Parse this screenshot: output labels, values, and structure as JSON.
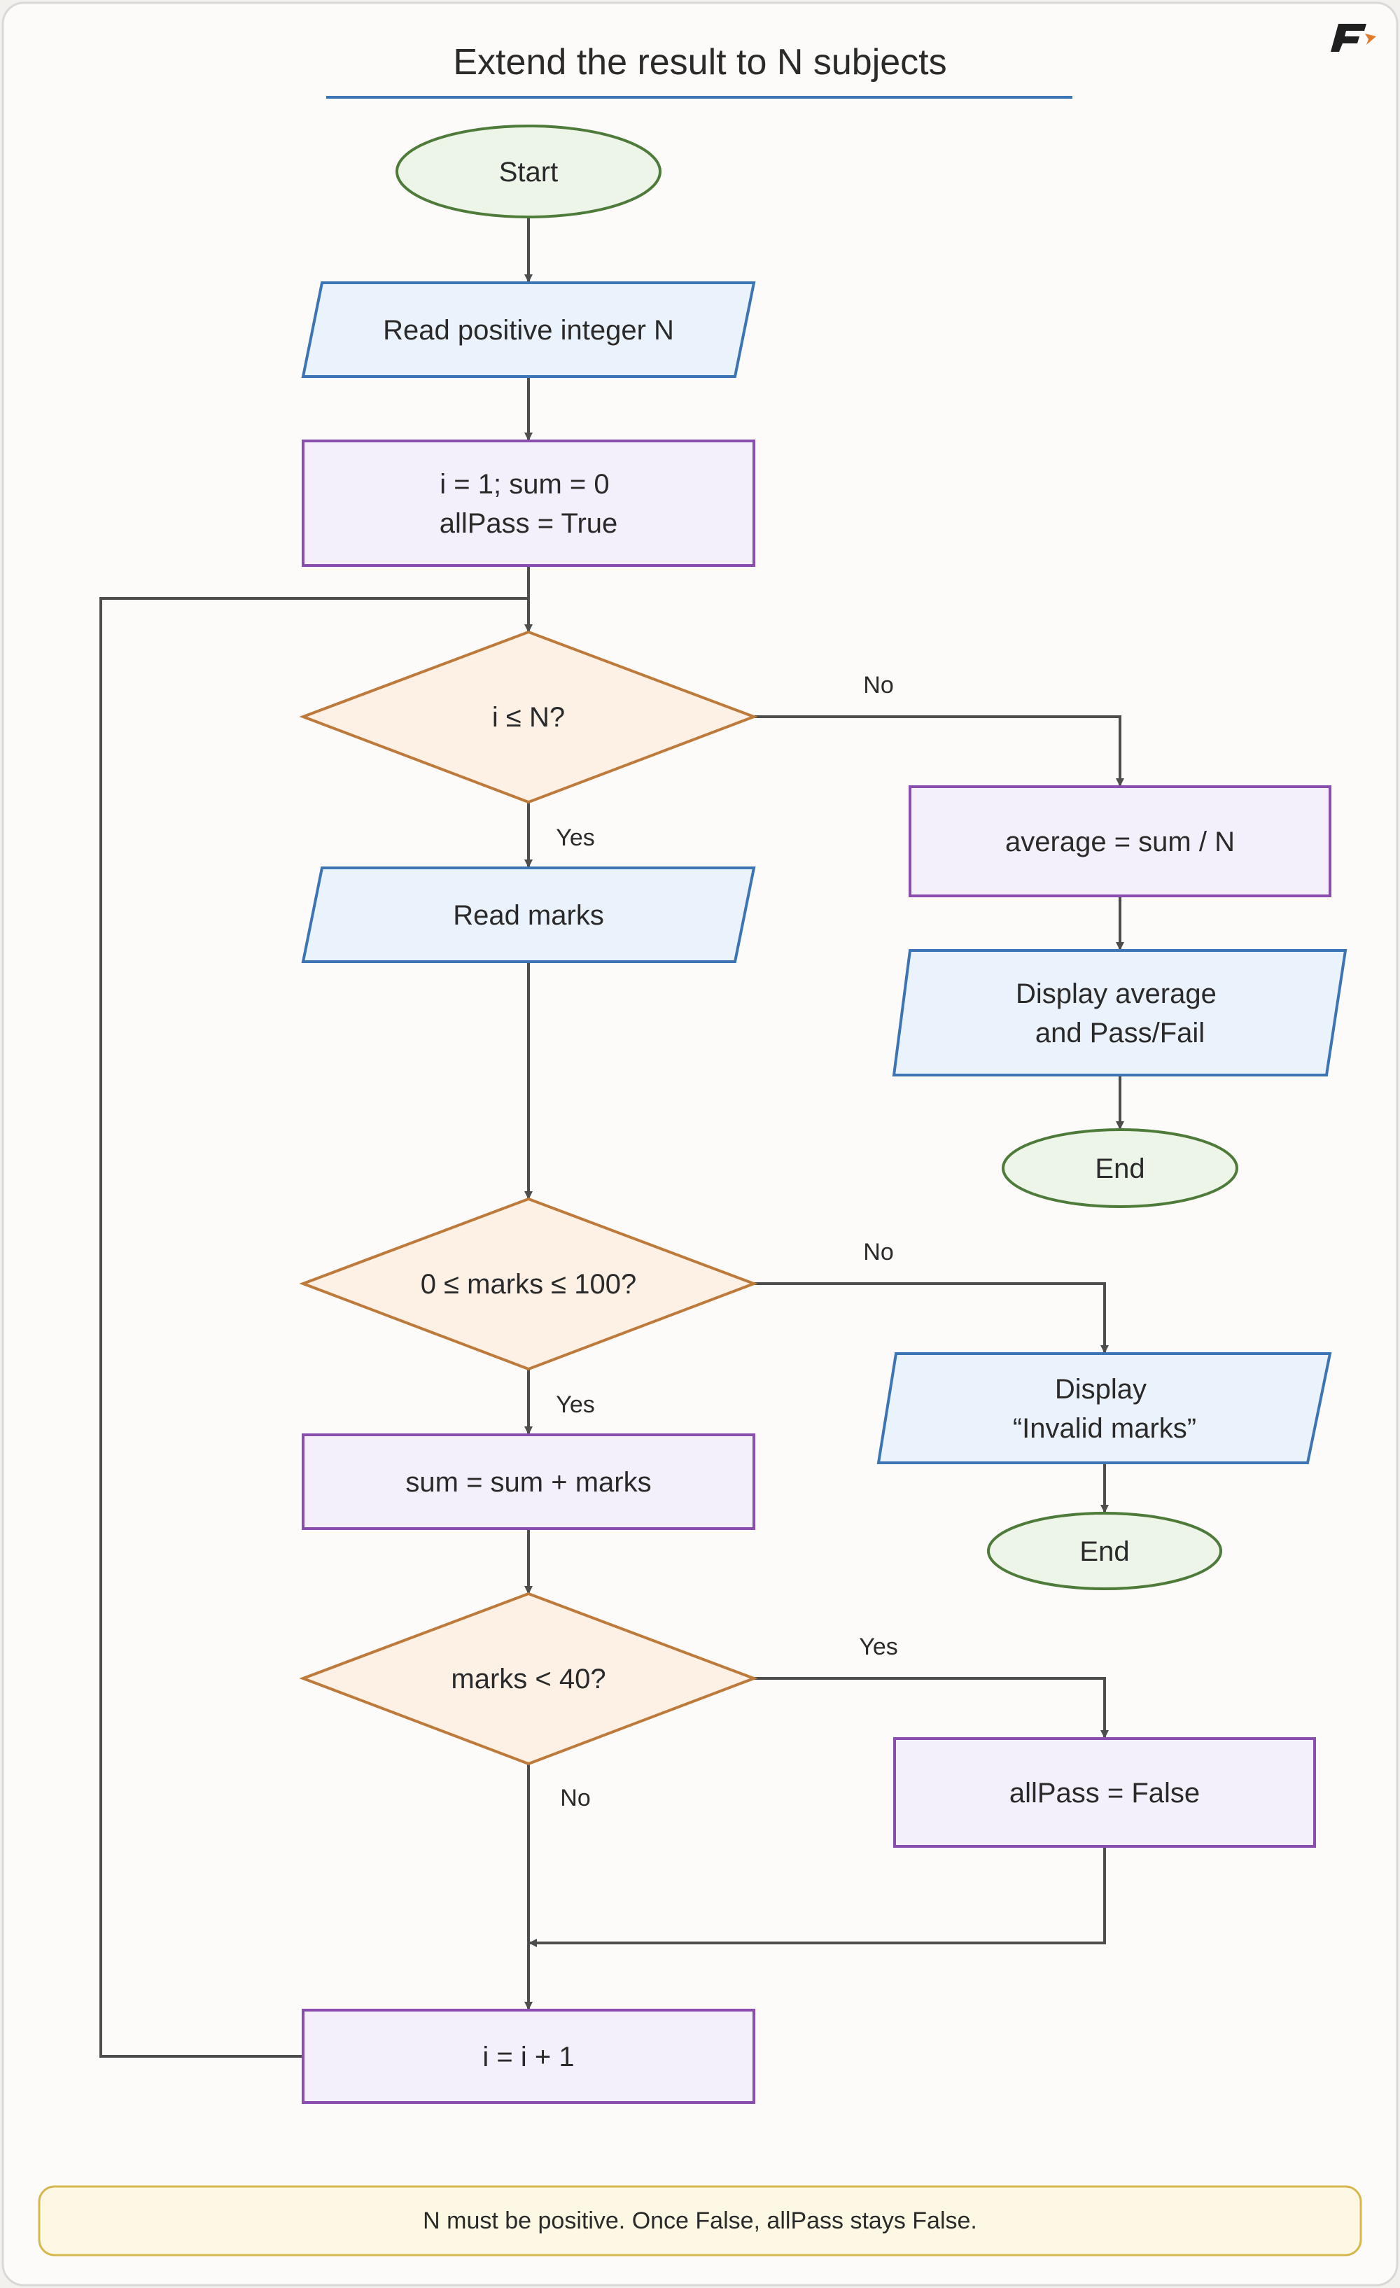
{
  "title": "Extend the result to N subjects",
  "logo_text": "F",
  "note": "N must be positive. Once False, allPass stays False.",
  "colors": {
    "terminal_fill": "#edf5e8",
    "terminal_stroke": "#4e7a3a",
    "io_fill": "#eaf3fc",
    "io_stroke": "#3d74b4",
    "process_fill": "#f3f0fb",
    "process_stroke": "#8a4fae",
    "decision_fill": "#fdf1e6",
    "decision_stroke": "#bd7a3a",
    "edge": "#4d4d4d",
    "title_rule": "#3d74b4",
    "note_fill": "#fdf8e4",
    "note_stroke": "#d6b84e",
    "logo_dark": "#1f1f1f",
    "logo_accent": "#e07b2c"
  },
  "nodes": {
    "start": {
      "lines": [
        "Start"
      ]
    },
    "read_n": {
      "lines": [
        "Read positive integer N"
      ]
    },
    "init": {
      "lines": [
        "i = 1; sum = 0",
        "allPass = True"
      ]
    },
    "cond_i": {
      "lines": [
        "i ≤ N?"
      ]
    },
    "read_marks": {
      "lines": [
        "Read marks"
      ]
    },
    "average": {
      "lines": [
        "average = sum / N"
      ]
    },
    "display_avg": {
      "lines": [
        "Display average",
        "and Pass/Fail"
      ]
    },
    "end1": {
      "lines": [
        "End"
      ]
    },
    "cond_marks": {
      "lines": [
        "0 ≤ marks ≤ 100?"
      ]
    },
    "display_invalid": {
      "lines": [
        "Display",
        "“Invalid marks”"
      ]
    },
    "end2": {
      "lines": [
        "End"
      ]
    },
    "sum_update": {
      "lines": [
        "sum = sum + marks"
      ]
    },
    "cond_lt40": {
      "lines": [
        "marks < 40?"
      ]
    },
    "allpass_false": {
      "lines": [
        "allPass = False"
      ]
    },
    "increment": {
      "lines": [
        "i = i + 1"
      ]
    }
  },
  "edge_labels": {
    "cond_i_no": "No",
    "cond_i_yes": "Yes",
    "cond_marks_no": "No",
    "cond_marks_yes": "Yes",
    "cond_lt40_yes": "Yes",
    "cond_lt40_no": "No"
  }
}
